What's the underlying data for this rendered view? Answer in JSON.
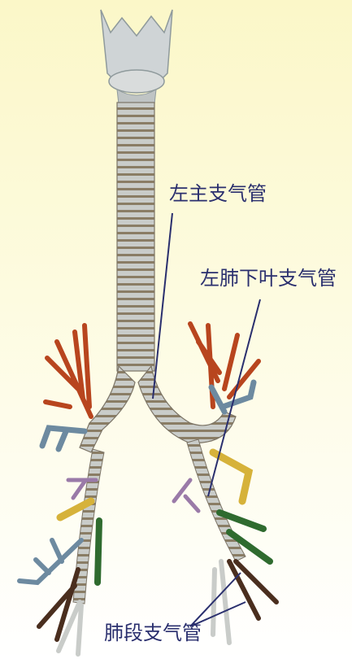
{
  "labels": {
    "left_main_bronchus": "左主支气管",
    "left_lower_lobe_bronchus": "左肺下叶支气管",
    "segmental_bronchi": "肺段支气管"
  },
  "colors": {
    "background_top": "#fbf7c8",
    "background_bottom": "#ffffff",
    "cartilage": "#c9ccc9",
    "trachea_ring": "#8a7d65",
    "leader_line": "#2a2f6e",
    "label_text": "#2a2f6e",
    "branch_red": "#b8451e",
    "branch_blue": "#6d8aa0",
    "branch_yellow": "#d6b23a",
    "branch_green": "#2f6b2f",
    "branch_purple": "#9a7aa8",
    "branch_brown": "#4a2e1e"
  }
}
